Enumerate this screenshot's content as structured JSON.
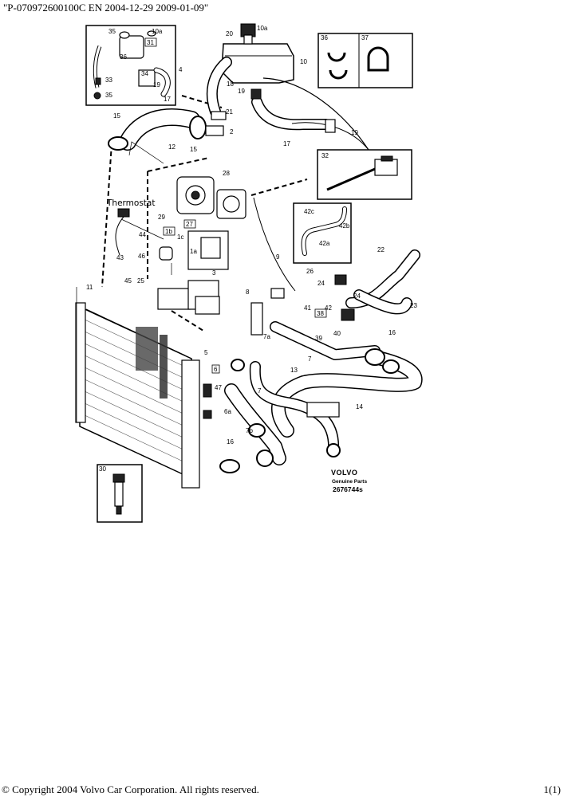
{
  "header": {
    "title": "\"P-070972600100C EN 2004-12-29 2009-01-09\""
  },
  "footer": {
    "copyright": "© Copyright 2004 Volvo Car Corporation. All rights reserved.",
    "page": "1(1)"
  },
  "diagram": {
    "annotation": "Thermostat",
    "brand": {
      "name": "VOLVO",
      "subtitle": "Genuine Parts",
      "code": "2676744s"
    },
    "part_labels": [
      "35",
      "10a",
      "31",
      "34",
      "36",
      "33",
      "35",
      "19",
      "17",
      "4",
      "20",
      "10a",
      "10",
      "18",
      "19",
      "36",
      "37",
      "21",
      "2",
      "15",
      "12",
      "15",
      "17",
      "19",
      "32",
      "28",
      "27",
      "29",
      "1b",
      "1c",
      "1a",
      "44",
      "43",
      "46",
      "45",
      "25",
      "11",
      "3",
      "5",
      "6",
      "42c",
      "42b",
      "42a",
      "22",
      "26",
      "24",
      "24",
      "23",
      "9",
      "8",
      "41",
      "42",
      "38",
      "40",
      "39",
      "7a",
      "7",
      "16",
      "13",
      "47",
      "6a",
      "7",
      "7b",
      "16",
      "14",
      "30"
    ],
    "boxed_labels": [
      "31",
      "27",
      "1b",
      "6",
      "38"
    ]
  }
}
